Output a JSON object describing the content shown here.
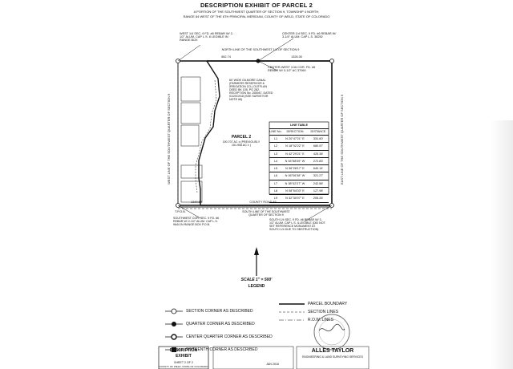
{
  "document": {
    "title": "DESCRIPTION EXHIBIT OF PARCEL 2",
    "subtitle_line1": "A PORTION OF THE SOUTHWEST QUARTER OF SECTION 9, TOWNSHIP 4 NORTH,",
    "subtitle_line2": "RANGE 64 WEST OF THE 6TH PRINCIPAL MERIDIAN, COUNTY OF WELD, STATE OF COLORADO"
  },
  "map": {
    "nw_corner_note": "WEST 1/4 SEC. 9 FD. #6 REBAR W/ 2-1/2\" ALUM. CAP L.S. 8 LEGIBLE IN RANGE BOX",
    "center_corner_note": "CENTER 1/4 SEC. 9 FD. #6 REBAR W/ 3-1/4\" ALUM. CAP L.S. 38252",
    "north_line_label": "NORTH LINE OF THE SOUTHWEST 1/4 OF SECTION 9",
    "center_west_note": "CENTER-WEST 1/16 COR. FD. #6 REBAR W/ 3-1/2\" AC 37060",
    "canal_note": "60' WIDE GILMORE CANAL (FARMERS RESERVOIR & IRRIGATION CO.) OUTFLAN DEED BK 105, PG 282, RECEPTION No. 255947, DATED 01/20/1918 (SEE SURVEYOR NOTE #6)",
    "parcel_label": "PARCEL 2",
    "parcel_area": "150.707 AC ± (PREVIOUSLY 151.906 AC ± )",
    "west_line_label": "WEST LINE OF THE SOUTHWEST QUARTER OF SECTION 9",
    "east_line_label": "EAST LINE OF THE SOUTHWEST QUARTER OF SECTION 9",
    "south_line_label": "SOUTH LINE OF THE SOUTHWEST QUARTER OF SECTION 9",
    "road_label": "COUNTY ROAD 46",
    "sw_corner_note": "SOUTHWEST COR. SEC. 9 FD. #6 REBAR W/ 2-1/2\" ALUM. CAP L.S. 9644 IN RANGE BOX P.O.B.",
    "south_quarter_note": "SOUTH 1/4 SEC. 9 FD. #6 REBAR W/ 3-1/2\" ALUM. CAP L.S. ILLEGIBLE (DID NOT SET REFERENCE MONUMENT AT SOUTH 1/4 DUE TO OBSTRUCTION)",
    "pob_label": "T.P.O.B.",
    "scale_label": "SCALE 1\" = 500'",
    "legend_heading": "LEGEND",
    "north_dist": "1326.30",
    "north_dist_west": "652.74",
    "south_dist": "1349.59"
  },
  "line_table": {
    "title": "LINE TABLE",
    "headers": [
      "LINE No.",
      "DIRECTION",
      "DISTANCE"
    ],
    "rows": [
      [
        "L1",
        "N 20°47'21\" E",
        "331.60'"
      ],
      [
        "L2",
        "N 18°02'22\" E",
        "680.57'"
      ],
      [
        "L3",
        "N 42°29'21\" E",
        "425.38'"
      ],
      [
        "L4",
        "N 54°58'09\" W",
        "272.83'"
      ],
      [
        "L5",
        "N 36°28'17\" E",
        "640.14'"
      ],
      [
        "L6",
        "N 06°06'38\" W",
        "321.27'"
      ],
      [
        "L7",
        "N 38°42'27\" W",
        "242.88'"
      ],
      [
        "L8",
        "N 08°54'03\" E",
        "127.98'"
      ],
      [
        "L9",
        "N 32°30'07\" E",
        "205.26'"
      ]
    ]
  },
  "legend": [
    {
      "symbol": "corner-section",
      "label": "SECTION CORNER AS DESCRIBED"
    },
    {
      "symbol": "corner-quarter",
      "label": "QUARTER CORNER AS DESCRIBED"
    },
    {
      "symbol": "corner-center-quarter",
      "label": "CENTER QUARTER CORNER AS DESCRIBED"
    },
    {
      "symbol": "corner-sixteenth",
      "label": "SIXTEENTH CORNER AS DESCRIBED"
    }
  ],
  "line_legend": [
    {
      "symbol": "parcel-boundary",
      "label": "PARCEL BOUNDARY"
    },
    {
      "symbol": "section-lines",
      "label": "SECTION LINES"
    },
    {
      "symbol": "row-lines",
      "label": "R.O.W. LINES"
    }
  ],
  "title_block": {
    "box_title_line1": "DESCRIPTION",
    "box_title_line2": "EXHIBIT",
    "sheet_label": "SHEET 2 OF 2",
    "county_label": "COUNTY OF WELD, STATE OF COLORADO",
    "firm_name": "ALLES TAYLOR",
    "firm_sub": "ENGINEERING & LAND SURVEYING SERVICES",
    "date": "JAN 2018"
  },
  "colors": {
    "ink": "#111111",
    "paper": "#ffffff",
    "grey_edge": "#bdbdbd"
  }
}
